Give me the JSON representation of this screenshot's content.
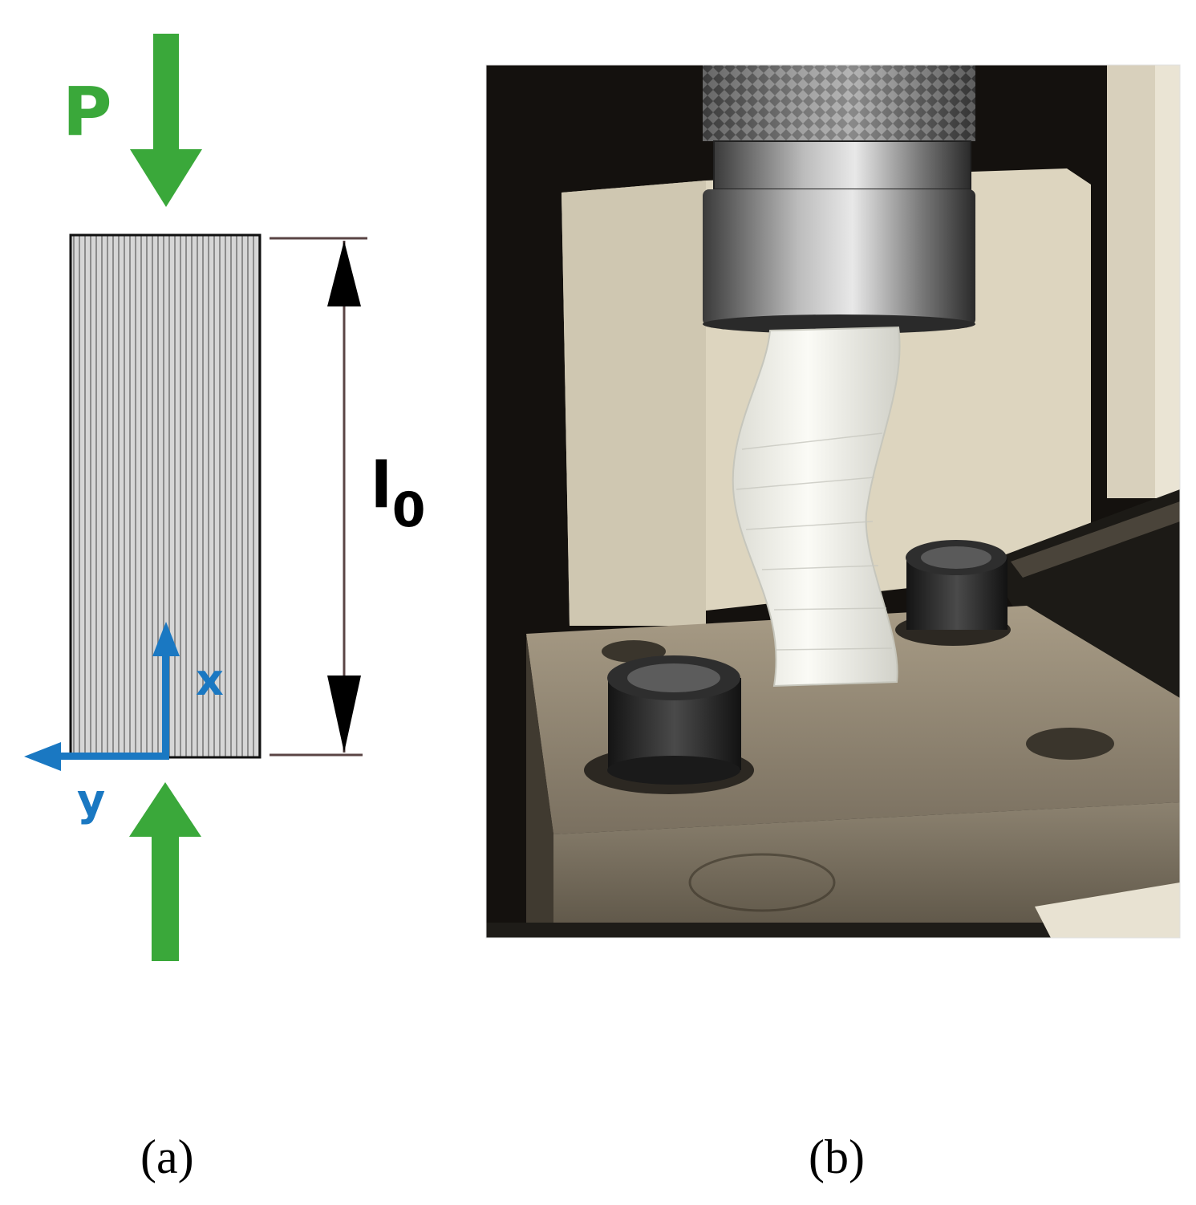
{
  "panel_a": {
    "load_label": "P",
    "length_label_main": "l",
    "length_label_sub": "0",
    "axis_x_label": "x",
    "axis_y_label": "y",
    "caption": "(a)"
  },
  "panel_b": {
    "caption": "(b)"
  },
  "colors": {
    "load_arrow": "#3aa83a",
    "axis": "#1a78c2",
    "dimension_line": "#5a4444",
    "specimen_fill": "#d4d4d4",
    "specimen_border": "#111111"
  }
}
